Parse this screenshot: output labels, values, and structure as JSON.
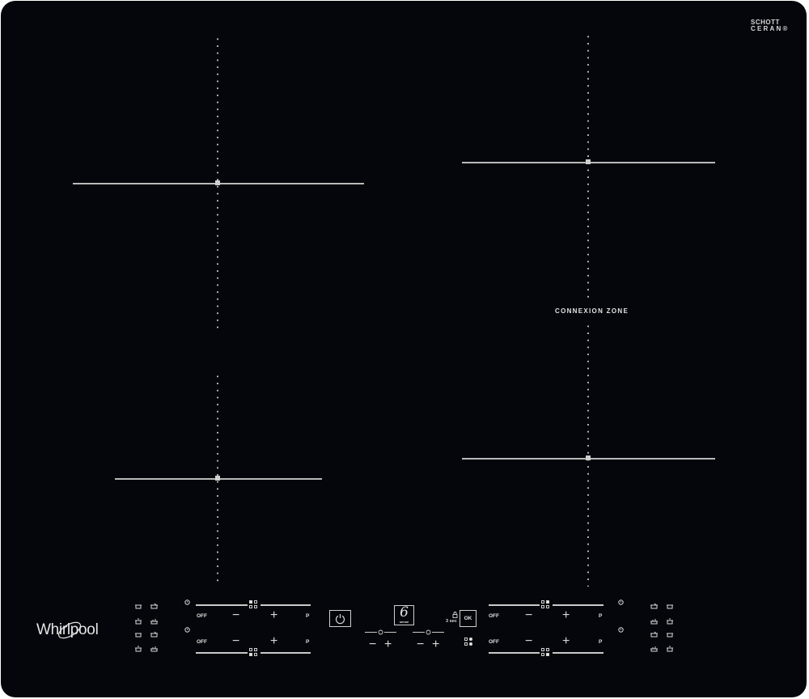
{
  "product": {
    "brand": "Whirlpool",
    "glass_brand_line1": "SCHOTT",
    "glass_brand_line2": "CERAN®",
    "series_badge": "6",
    "series_badge_sub": "sense"
  },
  "zones": {
    "top_left": {
      "label": ""
    },
    "bottom_left": {
      "label": ""
    },
    "right": {
      "label": "CONNEXION ZONE"
    }
  },
  "controls": {
    "left": {
      "upper": {
        "off": "OFF",
        "minus": "−",
        "plus": "+",
        "power": "P"
      },
      "lower": {
        "off": "OFF",
        "minus": "−",
        "plus": "+",
        "power": "P"
      }
    },
    "right": {
      "upper": {
        "off": "OFF",
        "minus": "−",
        "plus": "+",
        "power": "P"
      },
      "lower": {
        "off": "OFF",
        "minus": "−",
        "plus": "+",
        "power": "P"
      }
    },
    "center": {
      "timer1": {
        "minus": "−",
        "plus": "+"
      },
      "timer2": {
        "minus": "−",
        "plus": "+"
      },
      "ok_label": "OK",
      "lock_hint": "3 sec"
    }
  },
  "icons": {
    "power": "power-icon",
    "timer": "timer-icon",
    "lock": "lock-icon",
    "pot": "pot-icon",
    "pan": "pan-icon",
    "zone_select": "zone-select-icon"
  },
  "colors": {
    "glass": "#05060b",
    "print": "#cfcfcf",
    "background": "#ffffff"
  }
}
